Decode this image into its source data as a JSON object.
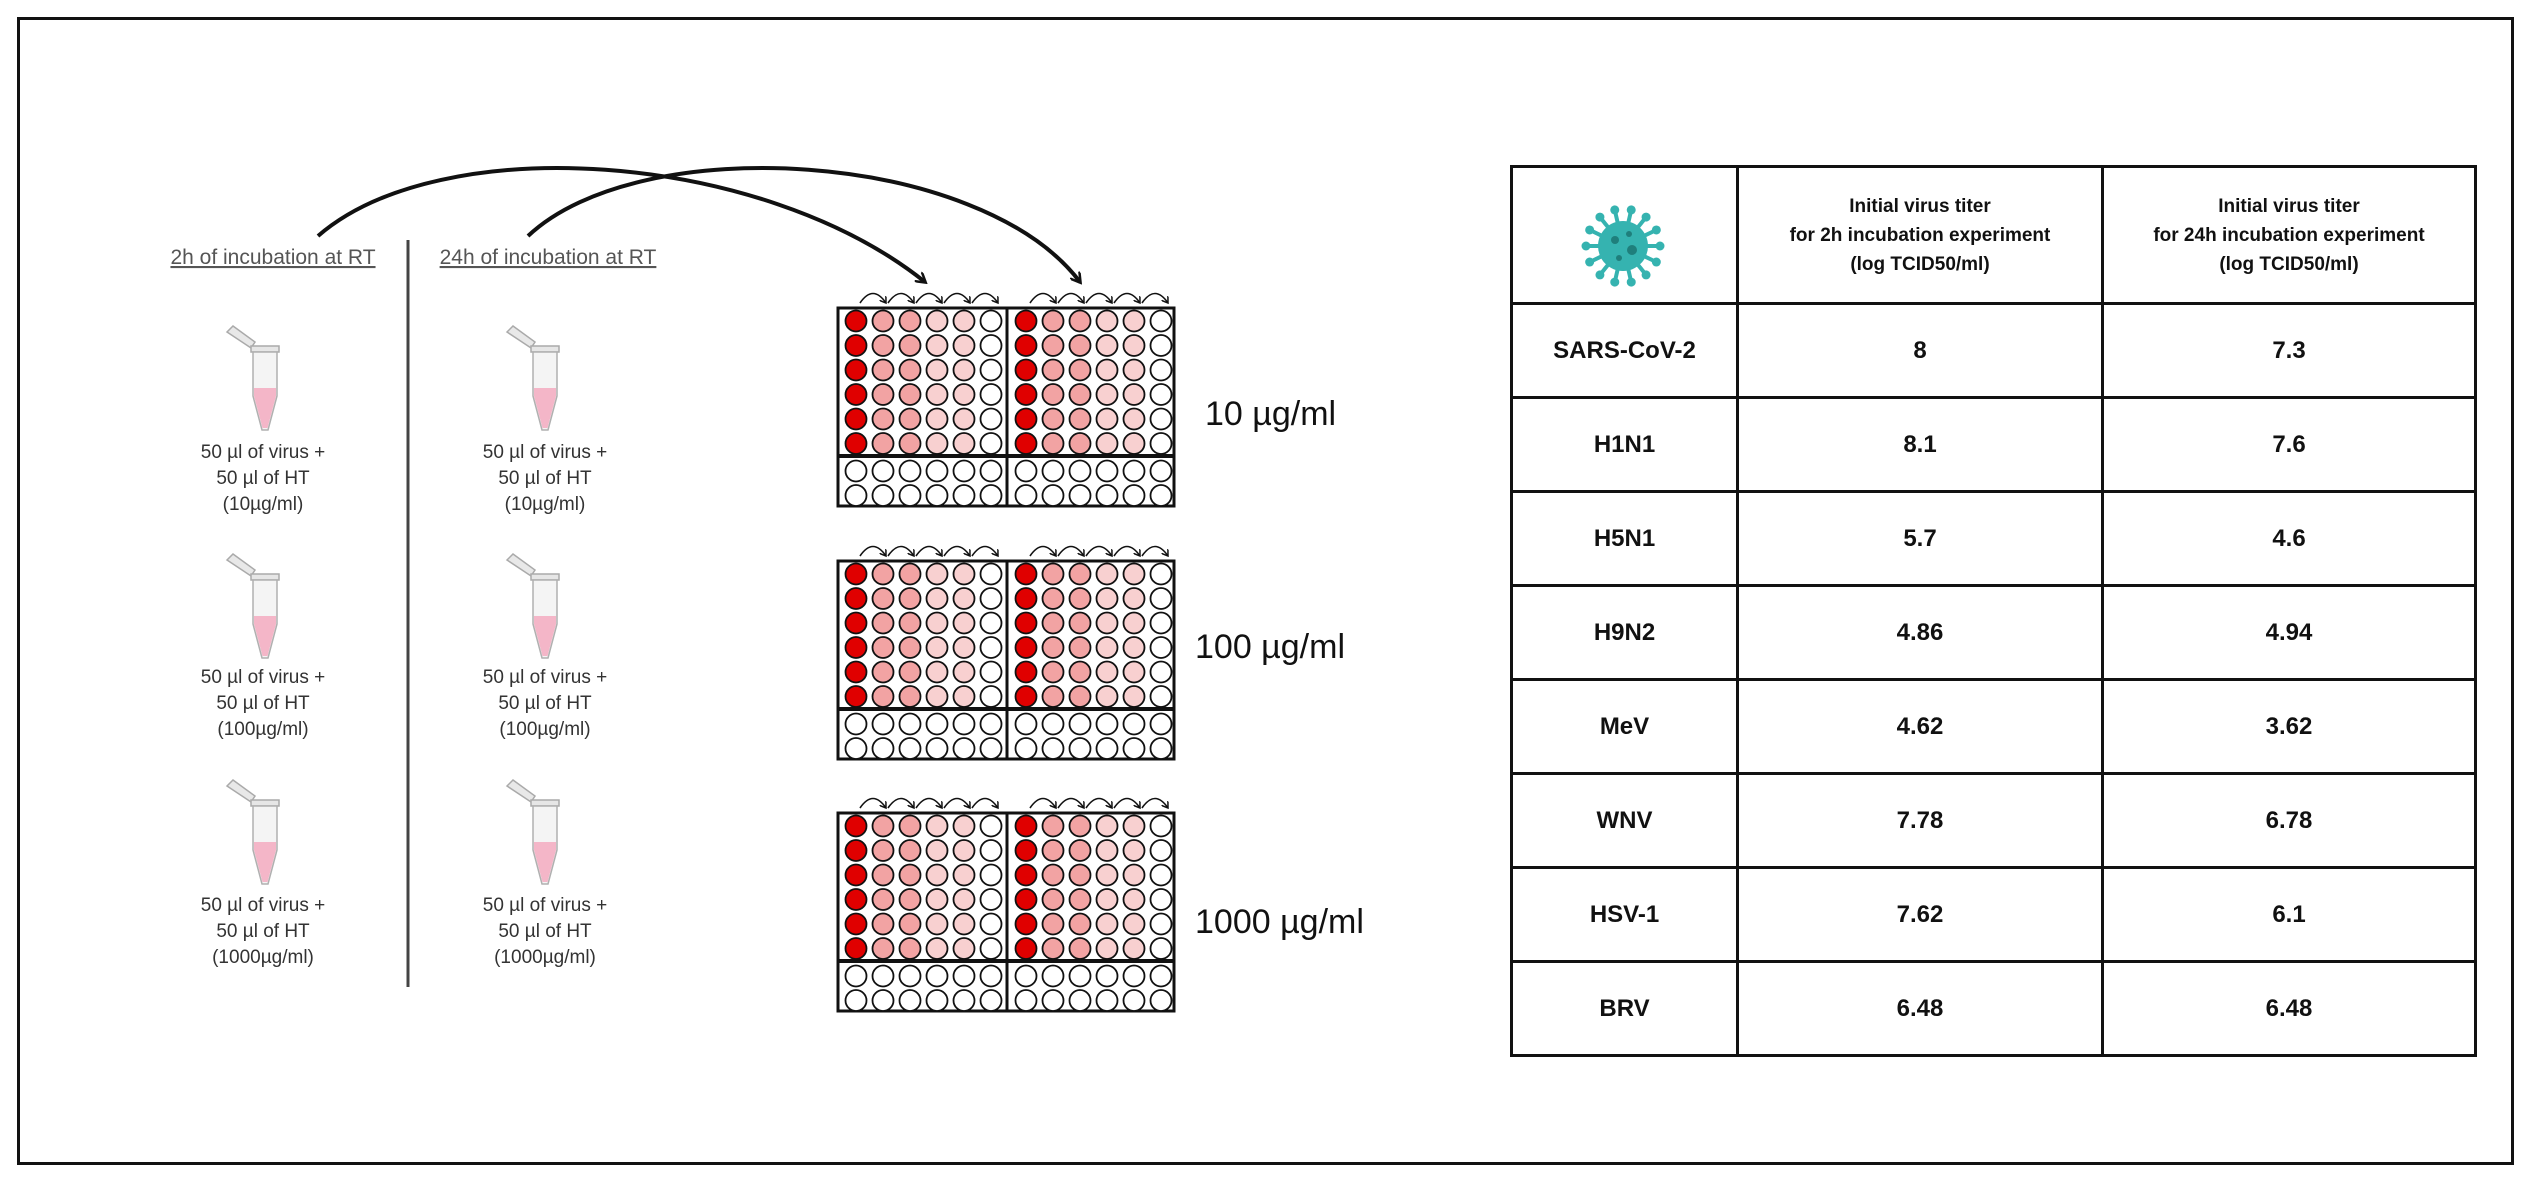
{
  "incubation": {
    "left_header": "2h of incubation at RT",
    "right_header": "24h of incubation at RT",
    "samples": [
      {
        "lines": [
          "50 µl of virus +",
          "50 µl of HT",
          "(10µg/ml)"
        ]
      },
      {
        "lines": [
          "50 µl of virus +",
          "50 µl of HT",
          "(100µg/ml)"
        ]
      },
      {
        "lines": [
          "50 µl of virus +",
          "50 µl of HT",
          "(1000µg/ml)"
        ]
      }
    ]
  },
  "plates": {
    "concentrations": [
      "10 µg/ml",
      "100 µg/ml",
      "1000 µg/ml"
    ],
    "colors": {
      "well_dark": "#e00000",
      "well_mid": "#f2a3a3",
      "well_light": "#f8d0d0",
      "well_empty": "#ffffff",
      "tube_fill": "#f4b6c8"
    }
  },
  "table": {
    "icon": "virus-icon",
    "headers": [
      [
        "Initial virus titer",
        "for 2h incubation experiment",
        "(log TCID50/ml)"
      ],
      [
        "Initial virus titer",
        "for 24h incubation experiment",
        "(log TCID50/ml)"
      ]
    ],
    "rows": [
      {
        "virus": "SARS-CoV-2",
        "h2": "8",
        "h24": "7.3"
      },
      {
        "virus": "H1N1",
        "h2": "8.1",
        "h24": "7.6"
      },
      {
        "virus": "H5N1",
        "h2": "5.7",
        "h24": "4.6"
      },
      {
        "virus": "H9N2",
        "h2": "4.86",
        "h24": "4.94"
      },
      {
        "virus": "MeV",
        "h2": "4.62",
        "h24": "3.62"
      },
      {
        "virus": "WNV",
        "h2": "7.78",
        "h24": "6.78"
      },
      {
        "virus": "HSV-1",
        "h2": "7.62",
        "h24": "6.1"
      },
      {
        "virus": "BRV",
        "h2": "6.48",
        "h24": "6.48"
      }
    ]
  }
}
